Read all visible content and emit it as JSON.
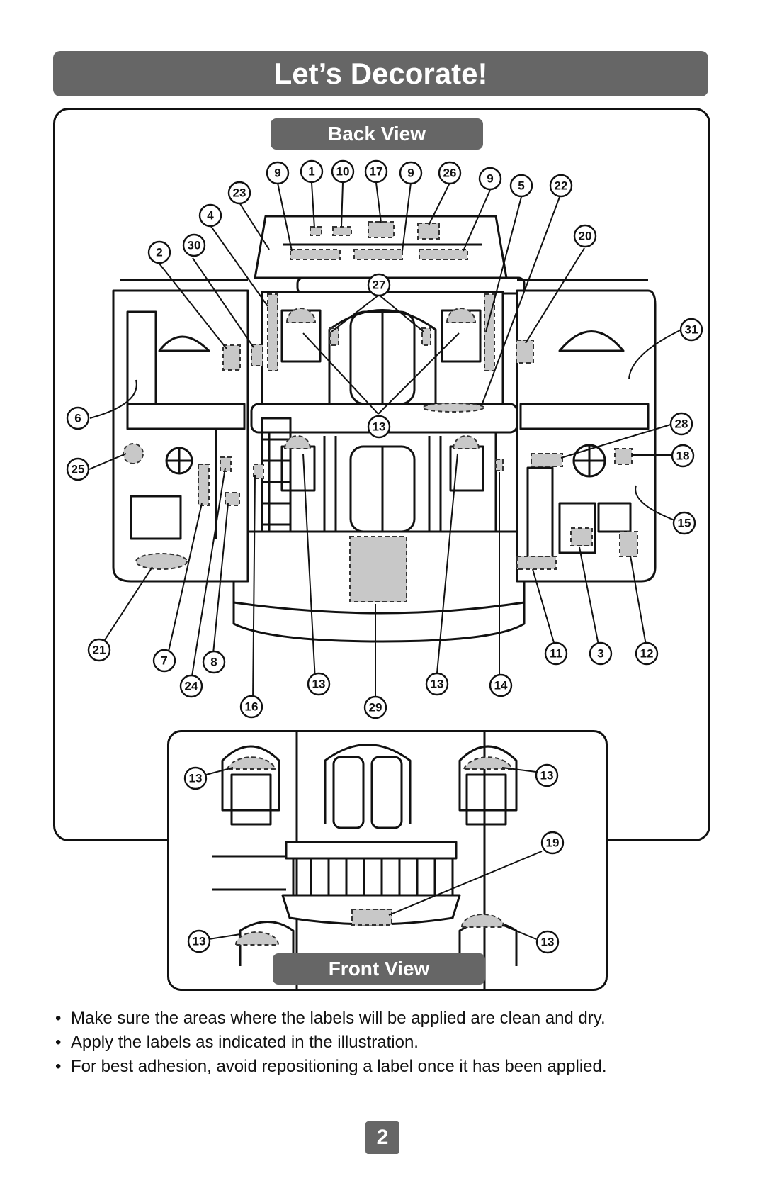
{
  "title": "Let’s Decorate!",
  "back_view_label": "Back View",
  "front_view_label": "Front View",
  "back_callouts": [
    "9",
    "1",
    "10",
    "17",
    "9",
    "26",
    "9",
    "5",
    "22",
    "23",
    "4",
    "2",
    "30",
    "20",
    "27",
    "31",
    "6",
    "13",
    "28",
    "18",
    "25",
    "15",
    "21",
    "7",
    "8",
    "24",
    "11",
    "3",
    "12",
    "13",
    "13",
    "14",
    "16",
    "29"
  ],
  "front_callouts": [
    "13",
    "13",
    "19",
    "13",
    "13"
  ],
  "instructions": [
    "Make sure the areas where the labels will be applied are clean and dry.",
    "Apply the labels as indicated in the illustration.",
    "For best adhesion, avoid repositioning a label once it has been applied."
  ],
  "page_number": "2"
}
